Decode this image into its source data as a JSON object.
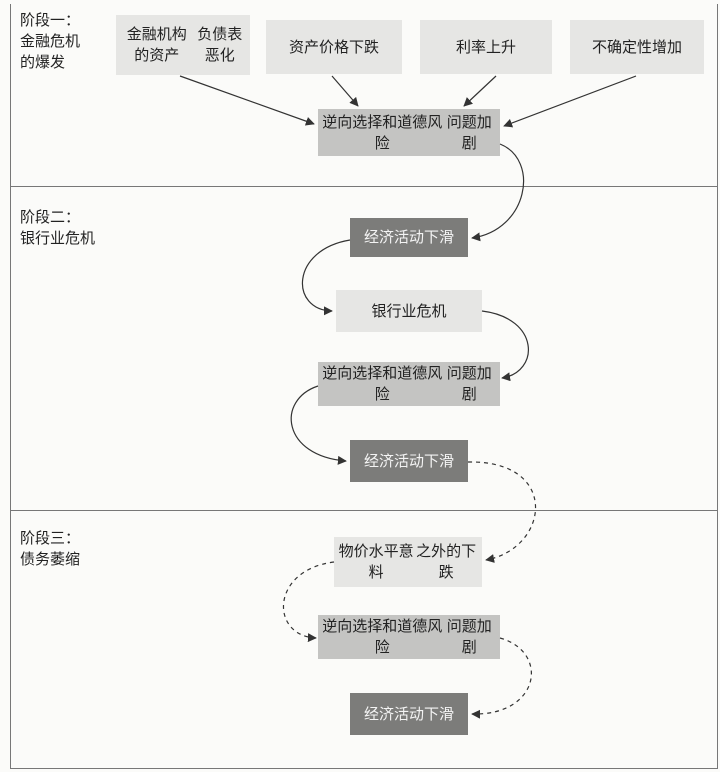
{
  "stages": [
    {
      "label_lines": [
        "阶段一：",
        "金融危机",
        "的爆发"
      ]
    },
    {
      "label_lines": [
        "阶段二：",
        "银行业危机"
      ]
    },
    {
      "label_lines": [
        "阶段三：",
        "债务萎缩"
      ]
    }
  ],
  "nodes": {
    "n1": [
      "金融机构的资产",
      "负债表恶化"
    ],
    "n2": [
      "资产价格下跌"
    ],
    "n3": [
      "利率上升"
    ],
    "n4": [
      "不确定性增加"
    ],
    "n5": [
      "逆向选择和道德风险",
      "问题加剧"
    ],
    "n6": [
      "经济活动下滑"
    ],
    "n7": [
      "银行业危机"
    ],
    "n8": [
      "逆向选择和道德风险",
      "问题加剧"
    ],
    "n9": [
      "经济活动下滑"
    ],
    "n10": [
      "物价水平意料",
      "之外的下跌"
    ],
    "n11": [
      "逆向选择和道德风险",
      "问题加剧"
    ],
    "n12": [
      "经济活动下滑"
    ]
  },
  "colors": {
    "light_box": "#e6e6e4",
    "mid_box": "#c4c4c2",
    "dark_box": "#7c7c7a",
    "line": "#333333",
    "divider": "#777777"
  }
}
